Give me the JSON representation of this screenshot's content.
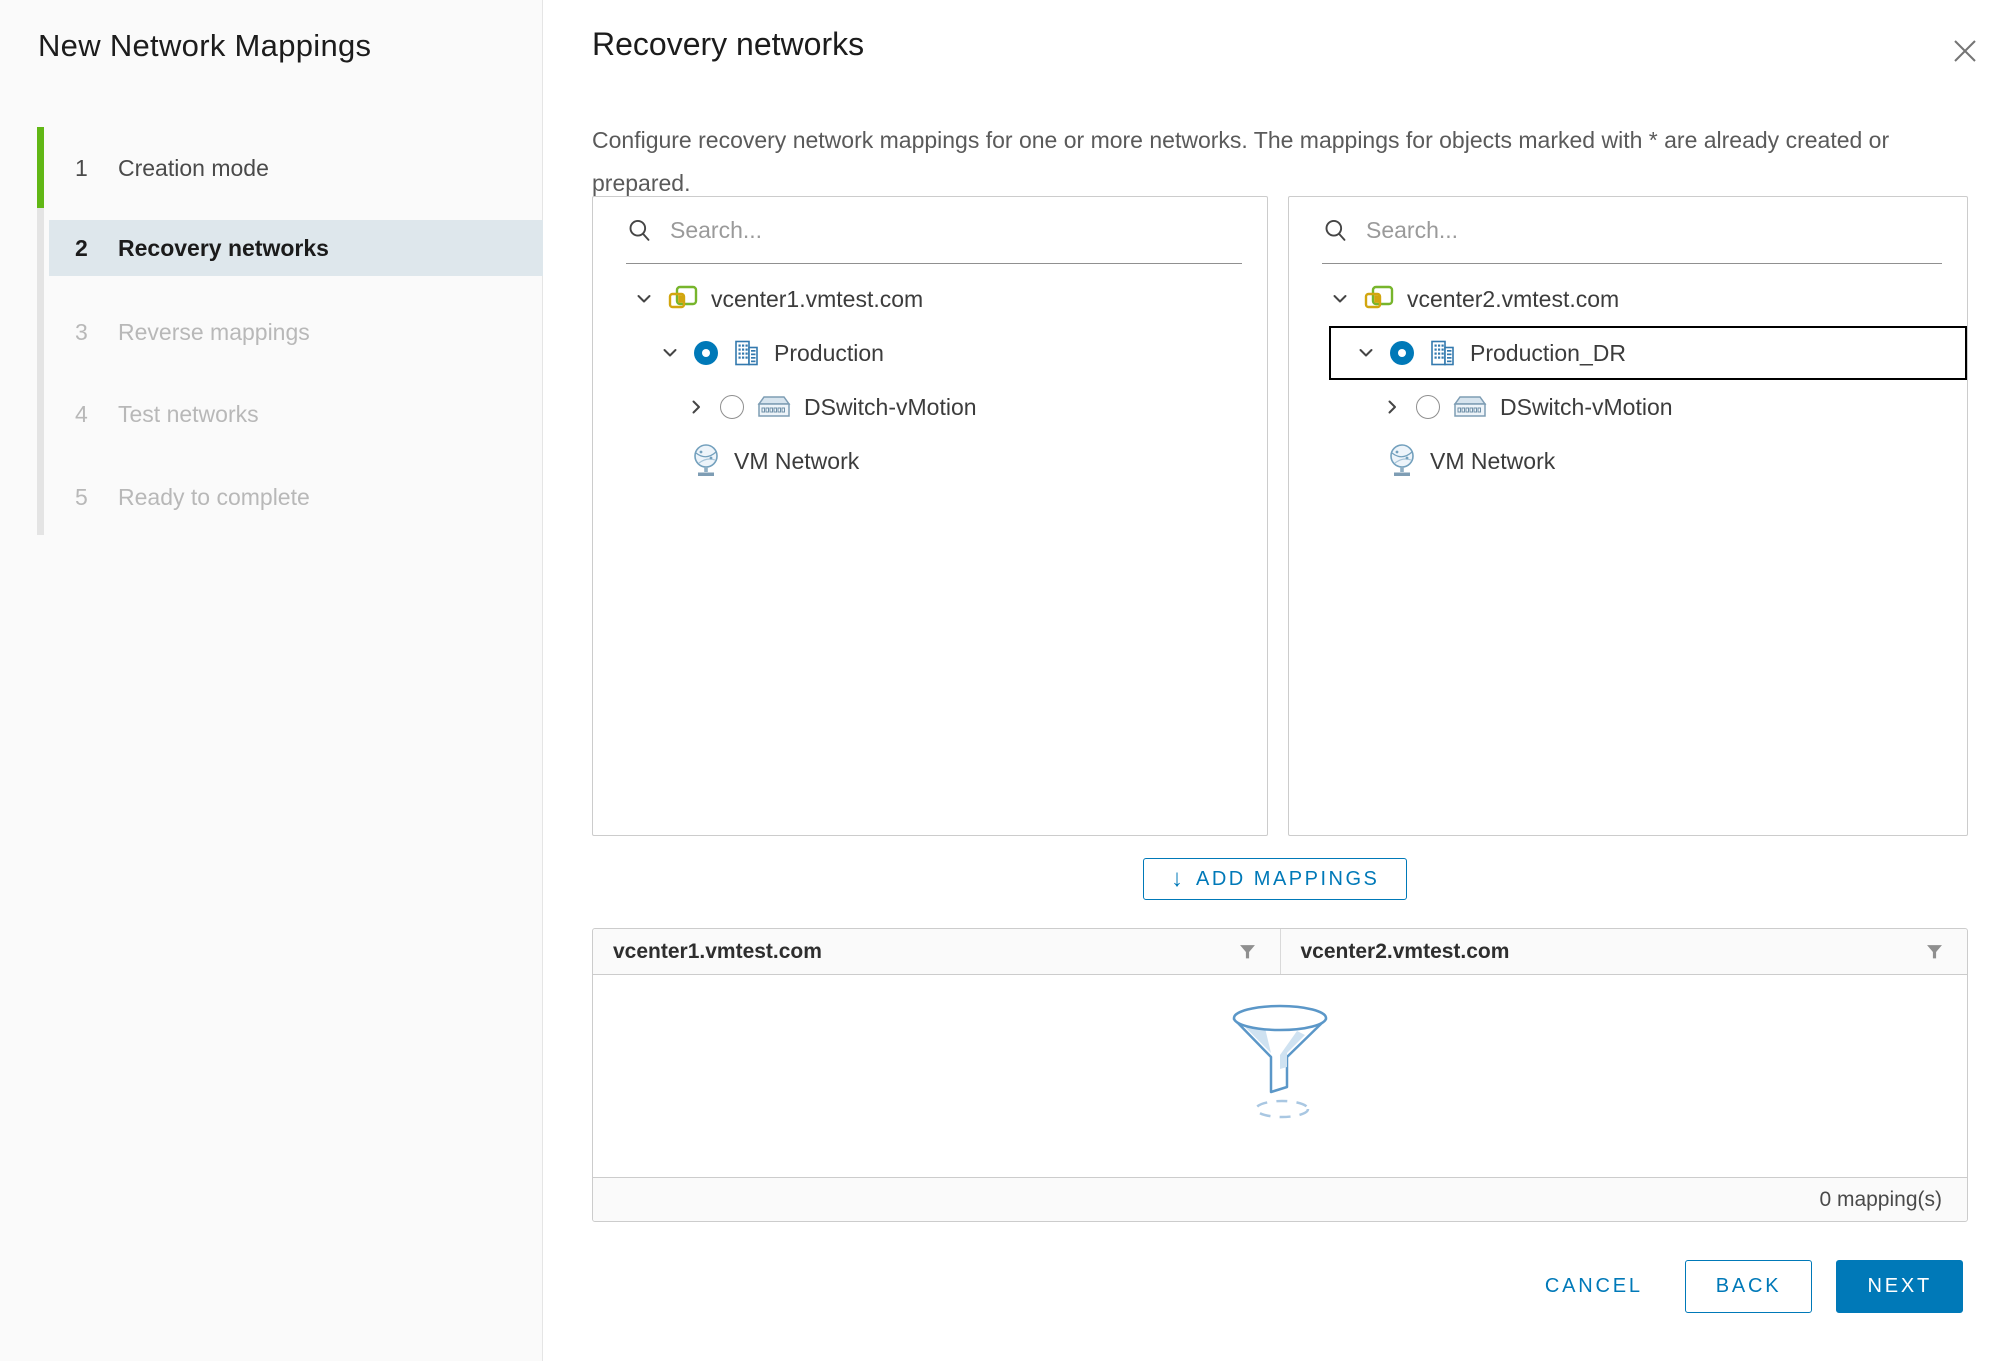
{
  "wizard": {
    "title": "New Network Mappings",
    "steps": [
      {
        "num": "1",
        "label": "Creation mode",
        "state": "completed"
      },
      {
        "num": "2",
        "label": "Recovery networks",
        "state": "active"
      },
      {
        "num": "3",
        "label": "Reverse mappings",
        "state": "pending"
      },
      {
        "num": "4",
        "label": "Test networks",
        "state": "pending"
      },
      {
        "num": "5",
        "label": "Ready to complete",
        "state": "pending"
      }
    ]
  },
  "header": {
    "title": "Recovery networks",
    "description": "Configure recovery network mappings for one or more networks. The mappings for objects marked with * are already created or prepared.",
    "close_icon": "close-x-icon"
  },
  "source_tree": {
    "search_placeholder": "Search...",
    "items": [
      {
        "label": "vcenter1.vmtest.com",
        "icon": "vcenter-icon",
        "expanded": true
      },
      {
        "label": "Production",
        "icon": "datacenter-icon",
        "radio": "selected",
        "expanded": true
      },
      {
        "label": "DSwitch-vMotion",
        "icon": "dswitch-icon",
        "radio": "unselected",
        "expanded": false
      },
      {
        "label": "VM Network",
        "icon": "network-icon"
      }
    ]
  },
  "target_tree": {
    "search_placeholder": "Search...",
    "items": [
      {
        "label": "vcenter2.vmtest.com",
        "icon": "vcenter-icon",
        "expanded": true
      },
      {
        "label": "Production_DR",
        "icon": "datacenter-icon",
        "radio": "selected",
        "expanded": true,
        "focused": true
      },
      {
        "label": "DSwitch-vMotion",
        "icon": "dswitch-icon",
        "radio": "unselected",
        "expanded": false
      },
      {
        "label": "VM Network",
        "icon": "network-icon"
      }
    ]
  },
  "add_button": {
    "label": "ADD MAPPINGS",
    "icon": "arrow-down-icon",
    "arrow_glyph": "↓"
  },
  "mappings_table": {
    "columns": [
      {
        "label": "vcenter1.vmtest.com",
        "filter_icon": "filter-icon"
      },
      {
        "label": "vcenter2.vmtest.com",
        "filter_icon": "filter-icon"
      }
    ],
    "empty_state_icon": "filter-funnel-illustration",
    "footer_count": "0 mapping(s)"
  },
  "actions": {
    "cancel": "CANCEL",
    "back": "BACK",
    "next": "NEXT"
  },
  "colors": {
    "accent_blue": "#0079b8",
    "progress_green": "#61b715",
    "active_step_bg": "#dee7ec",
    "focus_border": "#000000",
    "panel_border": "#cccccc",
    "sidebar_bg": "#fafafa"
  }
}
